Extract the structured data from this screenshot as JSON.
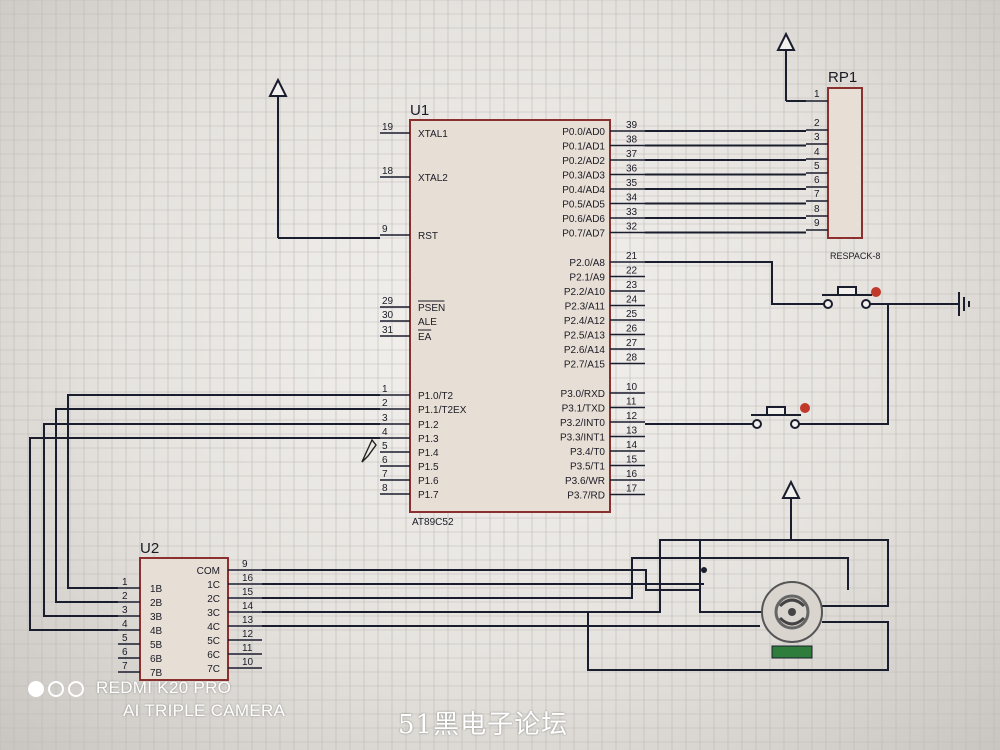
{
  "u1": {
    "ref": "U1",
    "part": "AT89C52",
    "left_pins": [
      {
        "num": "19",
        "name": "XTAL1"
      },
      {
        "num": "18",
        "name": "XTAL2"
      },
      {
        "num": "9",
        "name": "RST"
      },
      {
        "num": "29",
        "name": "PSEN"
      },
      {
        "num": "30",
        "name": "ALE"
      },
      {
        "num": "31",
        "name": "EA"
      },
      {
        "num": "1",
        "name": "P1.0/T2"
      },
      {
        "num": "2",
        "name": "P1.1/T2EX"
      },
      {
        "num": "3",
        "name": "P1.2"
      },
      {
        "num": "4",
        "name": "P1.3"
      },
      {
        "num": "5",
        "name": "P1.4"
      },
      {
        "num": "6",
        "name": "P1.5"
      },
      {
        "num": "7",
        "name": "P1.6"
      },
      {
        "num": "8",
        "name": "P1.7"
      }
    ],
    "right_pins": [
      {
        "num": "39",
        "name": "P0.0/AD0"
      },
      {
        "num": "38",
        "name": "P0.1/AD1"
      },
      {
        "num": "37",
        "name": "P0.2/AD2"
      },
      {
        "num": "36",
        "name": "P0.3/AD3"
      },
      {
        "num": "35",
        "name": "P0.4/AD4"
      },
      {
        "num": "34",
        "name": "P0.5/AD5"
      },
      {
        "num": "33",
        "name": "P0.6/AD6"
      },
      {
        "num": "32",
        "name": "P0.7/AD7"
      },
      {
        "num": "21",
        "name": "P2.0/A8"
      },
      {
        "num": "22",
        "name": "P2.1/A9"
      },
      {
        "num": "23",
        "name": "P2.2/A10"
      },
      {
        "num": "24",
        "name": "P2.3/A11"
      },
      {
        "num": "25",
        "name": "P2.4/A12"
      },
      {
        "num": "26",
        "name": "P2.5/A13"
      },
      {
        "num": "27",
        "name": "P2.6/A14"
      },
      {
        "num": "28",
        "name": "P2.7/A15"
      },
      {
        "num": "10",
        "name": "P3.0/RXD"
      },
      {
        "num": "11",
        "name": "P3.1/TXD"
      },
      {
        "num": "12",
        "name": "P3.2/INT0"
      },
      {
        "num": "13",
        "name": "P3.3/INT1"
      },
      {
        "num": "14",
        "name": "P3.4/T0"
      },
      {
        "num": "15",
        "name": "P3.5/T1"
      },
      {
        "num": "16",
        "name": "P3.6/WR"
      },
      {
        "num": "17",
        "name": "P3.7/RD"
      }
    ]
  },
  "rp1": {
    "ref": "RP1",
    "part": "RESPACK-8",
    "pins": [
      "1",
      "2",
      "3",
      "4",
      "5",
      "6",
      "7",
      "8",
      "9"
    ]
  },
  "u2": {
    "ref": "U2",
    "left_pins": [
      {
        "num": "1",
        "name": "1B"
      },
      {
        "num": "2",
        "name": "2B"
      },
      {
        "num": "3",
        "name": "3B"
      },
      {
        "num": "4",
        "name": "4B"
      },
      {
        "num": "5",
        "name": "5B"
      },
      {
        "num": "6",
        "name": "6B"
      },
      {
        "num": "7",
        "name": "7B"
      }
    ],
    "right_pins": [
      {
        "num": "9",
        "name": "COM"
      },
      {
        "num": "16",
        "name": "1C"
      },
      {
        "num": "15",
        "name": "2C"
      },
      {
        "num": "14",
        "name": "3C"
      },
      {
        "num": "13",
        "name": "4C"
      },
      {
        "num": "12",
        "name": "5C"
      },
      {
        "num": "11",
        "name": "6C"
      },
      {
        "num": "10",
        "name": "7C"
      }
    ]
  },
  "watermark": {
    "line1": "REDMI K20 PRO",
    "line2": "AI TRIPLE CAMERA"
  },
  "forum_mark": "51黑电子论坛",
  "colors": {
    "wire": "#1a1d2e",
    "component_border": "#8c2f2f",
    "component_fill": "#e6ddd3",
    "pin_text": "#1b1b26",
    "grid": "#bdbab6",
    "led_indicator": "#2f7d3b",
    "button_dot": "#c0392b"
  }
}
